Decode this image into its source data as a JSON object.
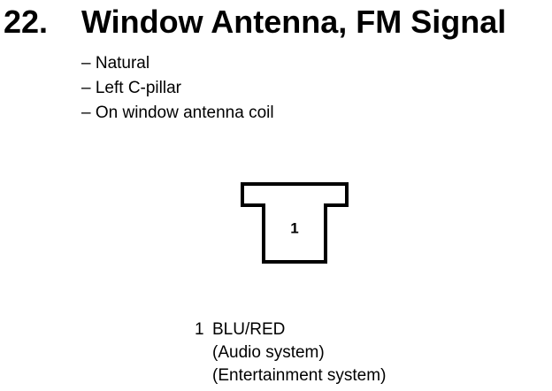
{
  "heading": {
    "number": "22.",
    "title": "Window Antenna, FM Signal"
  },
  "details": [
    "– Natural",
    "– Left C-pillar",
    "– On window antenna coil"
  ],
  "connector": {
    "pin_label": "1"
  },
  "pins": [
    {
      "number": "1",
      "wire": "BLU/RED",
      "notes": [
        "(Audio system)",
        "(Entertainment system)"
      ]
    }
  ]
}
